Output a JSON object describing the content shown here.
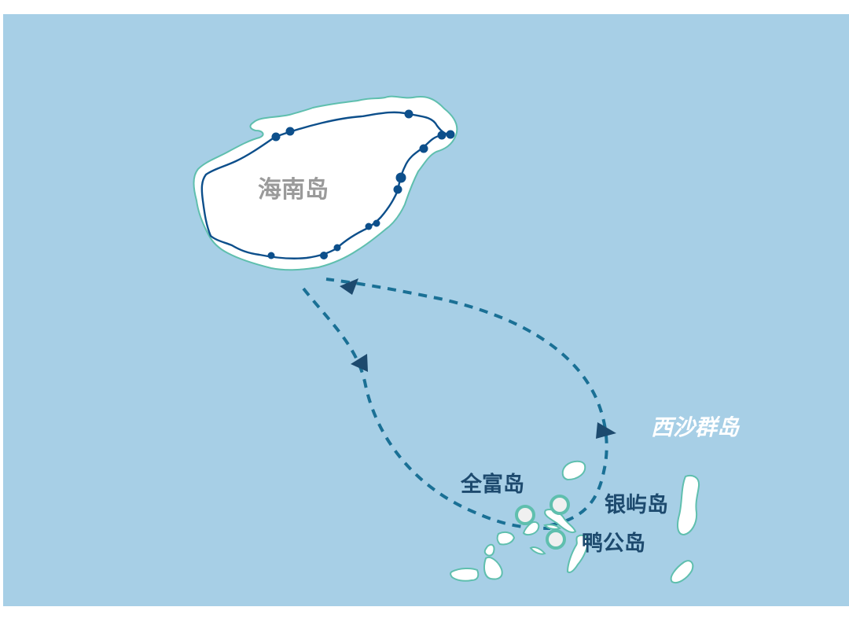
{
  "map": {
    "colors": {
      "sea": "#a7cfe6",
      "land": "#ffffff",
      "coast": "#5fbfae",
      "rail": "#0d4f8b",
      "route": "#1a7095",
      "arrow": "#1d4a6e",
      "hainan_label": "#9a9a9a",
      "island_label": "#1d4a6e",
      "group_label": "#ffffff",
      "port_fill": "#f0f0f0"
    },
    "labels": {
      "hainan": "海南岛",
      "xisha": "西沙群岛",
      "quanfu": "全富岛",
      "yinyu": "银屿岛",
      "yagong": "鸭公岛"
    },
    "stations_count": 14,
    "ports": [
      "全富岛",
      "银屿岛",
      "鸭公岛"
    ]
  }
}
